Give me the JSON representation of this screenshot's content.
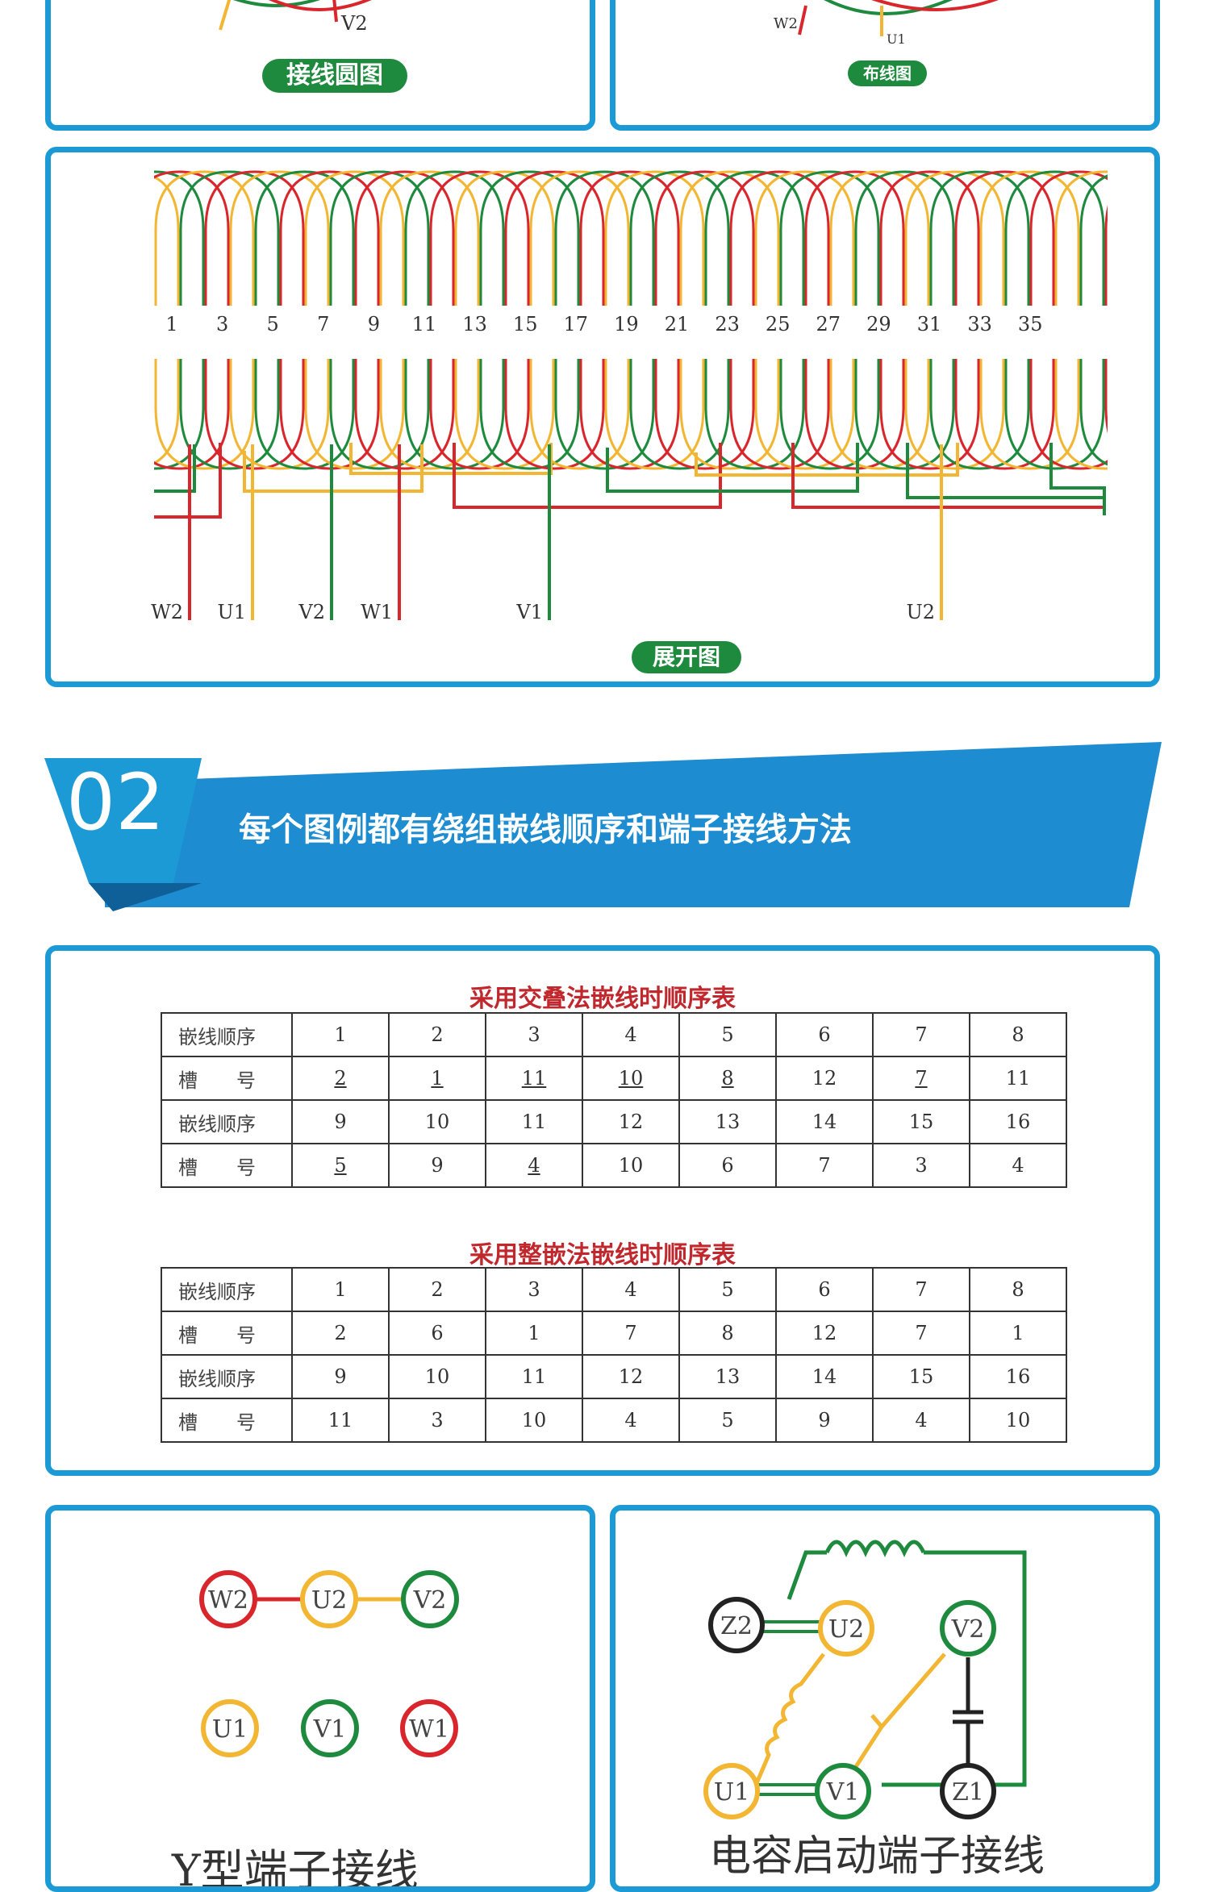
{
  "top_left_panel": {
    "label": "V2",
    "pill": "接线圆图"
  },
  "top_right_panel": {
    "labels": [
      "W2",
      "U1"
    ],
    "pill": "布线图"
  },
  "expansion_panel": {
    "slot_numbers": [
      "1",
      "3",
      "5",
      "7",
      "9",
      "11",
      "13",
      "15",
      "17",
      "19",
      "21",
      "23",
      "25",
      "27",
      "29",
      "31",
      "33",
      "35"
    ],
    "terminals": [
      "W2",
      "U1",
      "V2",
      "W1",
      "V1",
      "U2"
    ],
    "pill": "展开图"
  },
  "section_banner": {
    "number": "02",
    "title": "每个图例都有绕组嵌线顺序和端子接线方法"
  },
  "lap_table": {
    "title": "采用交叠法嵌线时顺序表",
    "rows": [
      {
        "header": "嵌线顺序",
        "cells": [
          "1",
          "2",
          "3",
          "4",
          "5",
          "6",
          "7",
          "8"
        ]
      },
      {
        "header": "槽　　号",
        "cells": [
          "2",
          "1",
          "11",
          "10",
          "8",
          "12",
          "7",
          "11"
        ]
      },
      {
        "header": "嵌线顺序",
        "cells": [
          "9",
          "10",
          "11",
          "12",
          "13",
          "14",
          "15",
          "16"
        ]
      },
      {
        "header": "槽　　号",
        "cells": [
          "5",
          "9",
          "4",
          "10",
          "6",
          "7",
          "3",
          "4"
        ]
      }
    ]
  },
  "whole_table": {
    "title": "采用整嵌法嵌线时顺序表",
    "rows": [
      {
        "header": "嵌线顺序",
        "cells": [
          "1",
          "2",
          "3",
          "4",
          "5",
          "6",
          "7",
          "8"
        ]
      },
      {
        "header": "槽　　号",
        "cells": [
          "2",
          "6",
          "1",
          "7",
          "8",
          "12",
          "7",
          "1"
        ]
      },
      {
        "header": "嵌线顺序",
        "cells": [
          "9",
          "10",
          "11",
          "12",
          "13",
          "14",
          "15",
          "16"
        ]
      },
      {
        "header": "槽　　号",
        "cells": [
          "11",
          "3",
          "10",
          "4",
          "5",
          "9",
          "4",
          "10"
        ]
      }
    ]
  },
  "y_terminal": {
    "terminals_top": [
      "W2",
      "U2",
      "V2"
    ],
    "terminals_bottom": [
      "U1",
      "V1",
      "W1"
    ],
    "caption": "Y型端子接线"
  },
  "capacitor_terminal": {
    "terminals": [
      "Z2",
      "U2",
      "V2",
      "U1",
      "V1",
      "Z1"
    ],
    "caption": "电容启动端子接线"
  },
  "colors": {
    "blue": "#1c9ad6",
    "green": "#1e8a3e",
    "red": "#d9262c",
    "yellow": "#f2b632"
  }
}
